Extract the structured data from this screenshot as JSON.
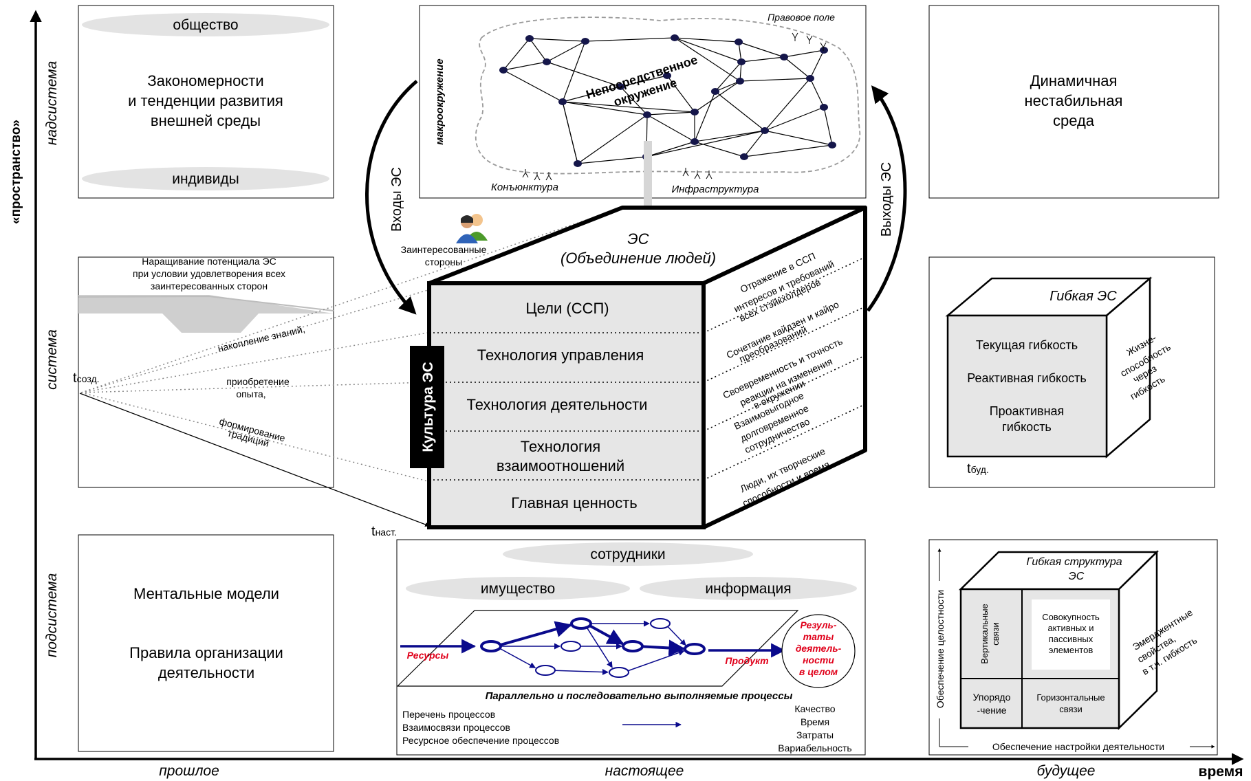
{
  "axes": {
    "y_title": "«пространство»",
    "x_title": "время",
    "levels": [
      "надсистема",
      "система",
      "подсистема"
    ],
    "periods": [
      "прошлое",
      "настоящее",
      "будущее"
    ]
  },
  "past": {
    "super": {
      "top_pill": "общество",
      "text": [
        "Закономерности",
        "и тенденции развития",
        "внешней среды"
      ],
      "bottom_pill": "индивиды"
    },
    "system": {
      "title": [
        "Наращивание потенциала ЭС",
        "при условии удовлетворения всех",
        "заинтересованных сторон"
      ],
      "lines": [
        "накопление знаний,",
        "приобретение",
        "опыта,",
        "формирование",
        "традиций"
      ],
      "t_create": "t",
      "t_create_sub": "созд.",
      "t_now": "t",
      "t_now_sub": "наст."
    },
    "sub": {
      "text1": "Ментальные модели",
      "text2": [
        "Правила организации",
        "деятельности"
      ]
    }
  },
  "present": {
    "macro": {
      "side_label": "макроокружение",
      "legal_field": "Правовое поле",
      "center": [
        "Непосредственное",
        "окружение"
      ],
      "conjuncture": "Конъюнктура",
      "infrastructure": "Инфраструктура"
    },
    "inputs_label": "Входы ЭС",
    "outputs_label": "Выходы ЭС",
    "stakeholders": [
      "Заинтересованные",
      "стороны"
    ],
    "cube": {
      "top": [
        "ЭС",
        "(Объединение людей)"
      ],
      "culture": "Культура ЭС",
      "layers": [
        [
          "Цели (ССП)"
        ],
        [
          "Технология управления"
        ],
        [
          "Технология деятельности"
        ],
        [
          "Технология",
          "взаимоотношений"
        ],
        [
          "Главная ценность"
        ]
      ],
      "side": [
        [
          "Отражение в ССП",
          "интересов и требований",
          "всех стэйкхолдеров"
        ],
        [
          "Сочетание кайдзен и кайро",
          "преобразований"
        ],
        [
          "Своевременность и точность",
          "реакции на изменения",
          "в окружении"
        ],
        [
          "Взаимовыгодное",
          "долговременное",
          "сотрудничество"
        ],
        [
          "Люди, их творческие",
          "способности и время"
        ]
      ]
    },
    "sub": {
      "pill_top": "сотрудники",
      "pill_left": "имущество",
      "pill_right": "информация",
      "resources": "Ресурсы",
      "product": "Продукт",
      "results": [
        "Резуль-",
        "таты",
        "деятель-",
        "ности",
        "в целом"
      ],
      "caption": "Параллельно и последовательно выполняемые процессы",
      "left_list": [
        "Перечень процессов",
        "Взаимосвязи процессов",
        "Ресурсное обеспечение процессов"
      ],
      "right_list": [
        "Качество",
        "Время",
        "Затраты",
        "Вариабельность"
      ]
    }
  },
  "future": {
    "super": [
      "Динамичная",
      "нестабильная",
      "среда"
    ],
    "system": {
      "title": "Гибкая ЭС",
      "items": [
        [
          "Текущая гибкость"
        ],
        [
          "Реактивная гибкость"
        ],
        [
          "Проактивная",
          "гибкость"
        ]
      ],
      "side": [
        "Жизне-",
        "способность",
        "через",
        "гибкость"
      ],
      "t_future": "t",
      "t_future_sub": "буд."
    },
    "sub": {
      "title": [
        "Гибкая структура",
        "ЭС"
      ],
      "vertical": [
        "Вертикальные",
        "связи"
      ],
      "elements": [
        "Совокупность",
        "активных и",
        "пассивных",
        "элементов"
      ],
      "ordering": [
        "Упорядо",
        "-чение"
      ],
      "horizontal": [
        "Горизонтальные",
        "связи"
      ],
      "side": [
        "Эмерджентные",
        "свойства,",
        "в т.ч. гибкость"
      ],
      "axis_y": "Обеспечение целостности",
      "axis_x": "Обеспечение настройки деятельности"
    }
  },
  "colors": {
    "pill": "#e3e3e3",
    "panel": "#e6e6e6",
    "network_node": "#15164a",
    "process_blue": "#0a0a8c",
    "accent_red": "#e0001a",
    "dots": "#888888"
  }
}
